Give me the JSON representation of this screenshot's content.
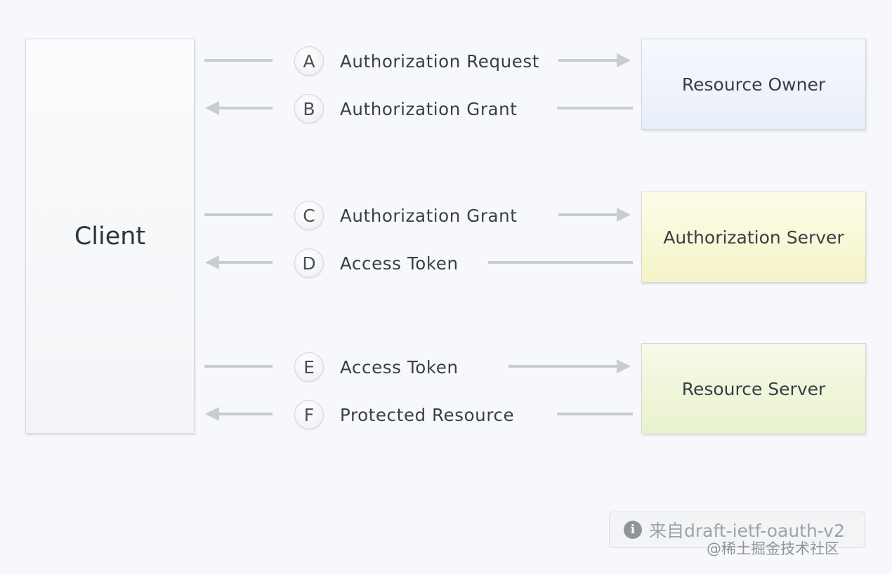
{
  "entities": {
    "client": "Client",
    "resource_owner": "Resource Owner",
    "authorization_server": "Authorization Server",
    "resource_server": "Resource Server"
  },
  "steps": [
    {
      "letter": "A",
      "label": "Authorization Request",
      "direction": "to-right"
    },
    {
      "letter": "B",
      "label": "Authorization Grant",
      "direction": "to-left"
    },
    {
      "letter": "C",
      "label": "Authorization Grant",
      "direction": "to-right"
    },
    {
      "letter": "D",
      "label": "Access Token",
      "direction": "to-left"
    },
    {
      "letter": "E",
      "label": "Access Token",
      "direction": "to-right"
    },
    {
      "letter": "F",
      "label": "Protected Resource",
      "direction": "to-left"
    }
  ],
  "source_note": {
    "text": "来自draft-ietf-oauth-v2",
    "icon": "info-icon"
  },
  "watermark": "@稀土掘金技术社区",
  "colors": {
    "resource_owner_fill": "#eaf0fa",
    "authorization_server_fill": "#f6f5cf",
    "resource_server_fill": "#ecf4d4",
    "arrow": "#c9ccd0"
  }
}
